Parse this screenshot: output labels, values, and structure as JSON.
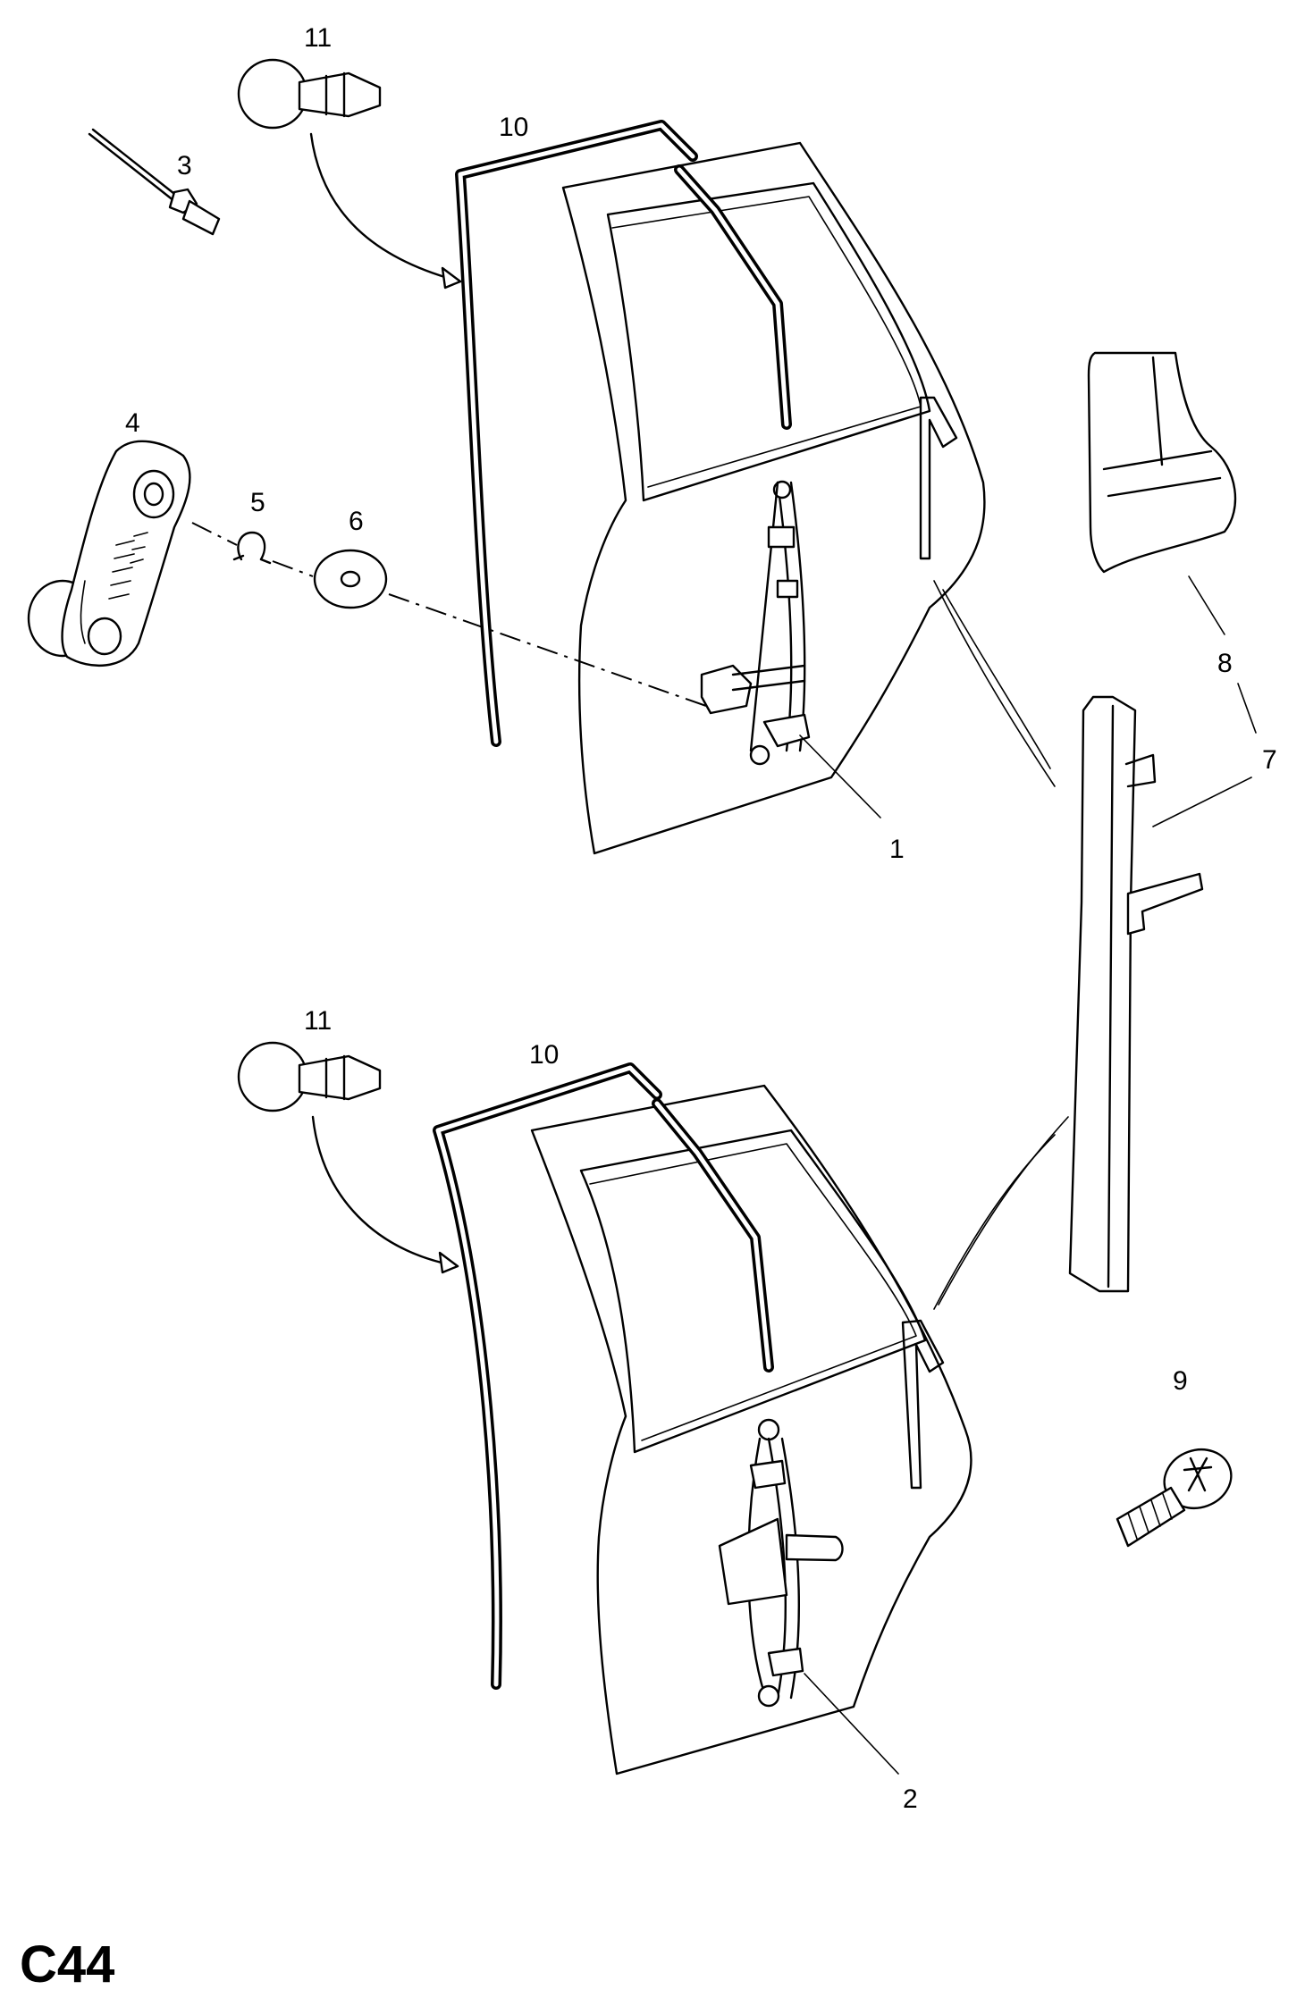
{
  "diagram": {
    "code": "C44",
    "callouts": {
      "c1": "1",
      "c2": "2",
      "c3": "3",
      "c4": "4",
      "c5": "5",
      "c6": "6",
      "c7": "7",
      "c8": "8",
      "c9": "9",
      "c10_top": "10",
      "c10_bottom": "10",
      "c11_top": "11",
      "c11_bottom": "11"
    }
  }
}
